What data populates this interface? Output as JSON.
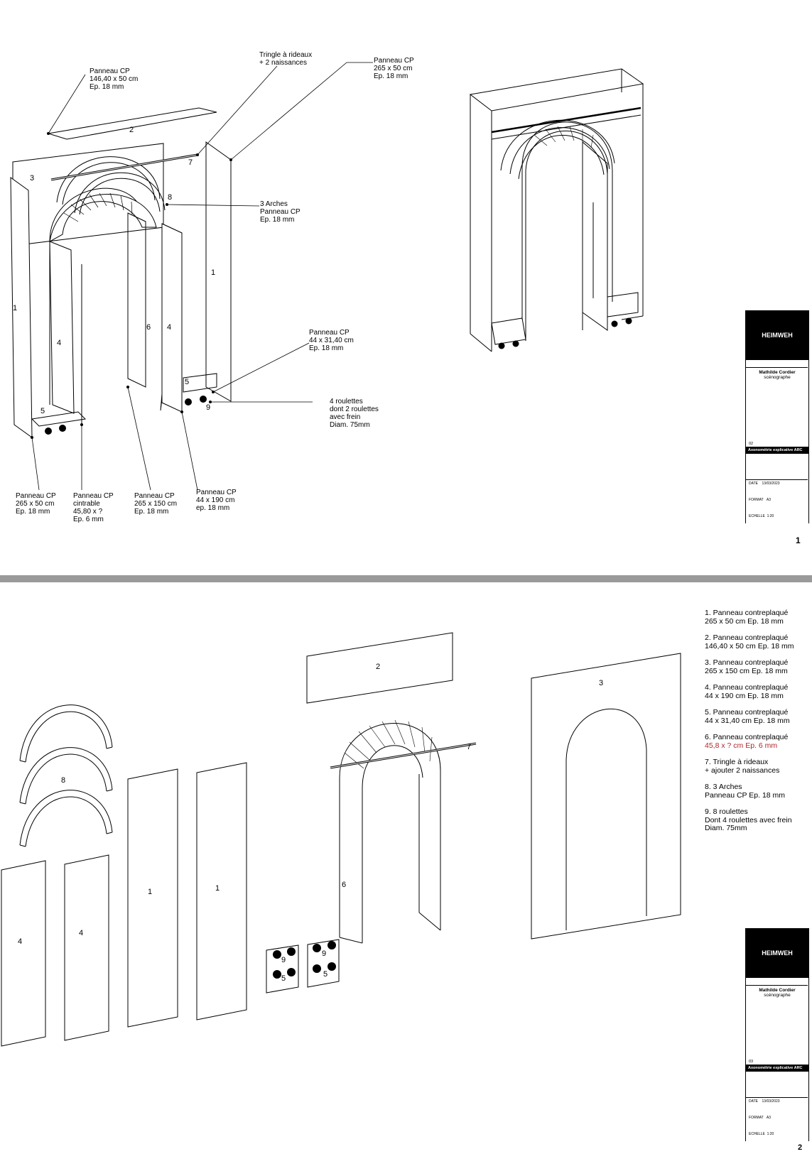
{
  "sheet1": {
    "labels": {
      "top_panel": "Panneau CP\n146,40 x 50 cm\nEp. 18 mm",
      "rail": "Tringle à rideaux\n+ 2 naissances",
      "side_panel_top": "Panneau CP\n265 x 50 cm\nEp. 18 mm",
      "arches": "3 Arches\nPanneau CP\nEp. 18 mm",
      "shelf": "Panneau CP\n44 x 31,40 cm\nEp. 18 mm",
      "casters": "4 roulettes\ndont 2 roulettes\navec frein\nDiam. 75mm",
      "bottom_1": "Panneau CP\n265 x 50 cm\nEp. 18 mm",
      "bottom_2": "Panneau CP\ncintrable\n45,80 x ?\nEp. 6 mm",
      "bottom_3": "Panneau CP\n265 x 150 cm\nEp. 18 mm",
      "bottom_4": "Panneau CP\n44 x 190  cm\nep. 18 mm"
    },
    "numbers": [
      "2",
      "3",
      "7",
      "8",
      "1",
      "1",
      "4",
      "6",
      "4",
      "5",
      "5",
      "9"
    ],
    "cartouche": {
      "brand": "HEIMWEH",
      "author": "Mathilde Cordier",
      "role": "scénographe",
      "sheet_no": "02",
      "sheet_title": "Axonométrie explicative ARC",
      "date_label": "DATE",
      "date_value": "13/03/2023",
      "format_label": "FORMAT",
      "format_value": "A3",
      "scale_label": "ECHELLE",
      "scale_value": "1:20"
    },
    "page_number": "1"
  },
  "sheet2": {
    "legend": [
      "1.  Panneau contreplaqué\n265 x 50 cm Ep. 18 mm",
      "2. Panneau contreplaqué\n146,40 x 50 cm Ep. 18 mm",
      "3. Panneau contreplaqué\n265 x 150 cm Ep. 18 mm",
      "4. Panneau contreplaqué\n44 x 190 cm Ep. 18 mm",
      "5. Panneau contreplaqué\n44 x 31,40 cm Ep. 18 mm",
      "6. Panneau contreplaqué",
      "7. Tringle à rideaux\n+ ajouter 2 naissances",
      "8. 3 Arches\nPanneau CP Ep. 18 mm",
      "9. 8 roulettes\nDont 4 roulettes avec frein\nDiam. 75mm"
    ],
    "legend_highlight": "45,8 x ? cm Ep. 6 mm",
    "highlight_color": "#b3262b",
    "numbers": [
      "2",
      "3",
      "7",
      "8",
      "1",
      "1",
      "4",
      "4",
      "6",
      "9",
      "5",
      "9",
      "5"
    ],
    "cartouche": {
      "brand": "HEIMWEH",
      "author": "Mathilde Cordier",
      "role": "scénographe",
      "sheet_no": "03",
      "sheet_title": "Axonométrie explicative ARC",
      "date_label": "DATE",
      "date_value": "13/03/2023",
      "format_label": "FORMAT",
      "format_value": "A3",
      "scale_label": "ECHELLE",
      "scale_value": "1:20"
    },
    "page_number": "2"
  }
}
